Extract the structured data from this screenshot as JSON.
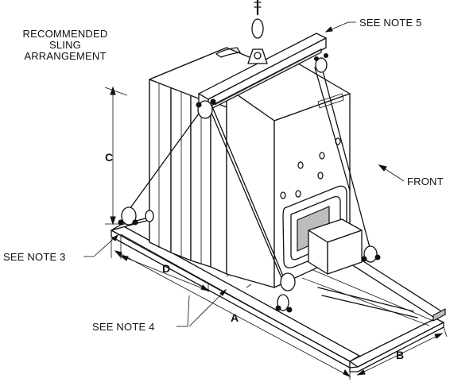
{
  "labels": {
    "sling_line1": "RECOMMENDED",
    "sling_line2": "SLING",
    "sling_line3": "ARRANGEMENT",
    "note5": "SEE NOTE 5",
    "note3": "SEE NOTE 3",
    "note4": "SEE NOTE 4",
    "front": "FRONT"
  },
  "dimensions": {
    "a": "A",
    "b": "B",
    "c": "C",
    "d": "D"
  }
}
